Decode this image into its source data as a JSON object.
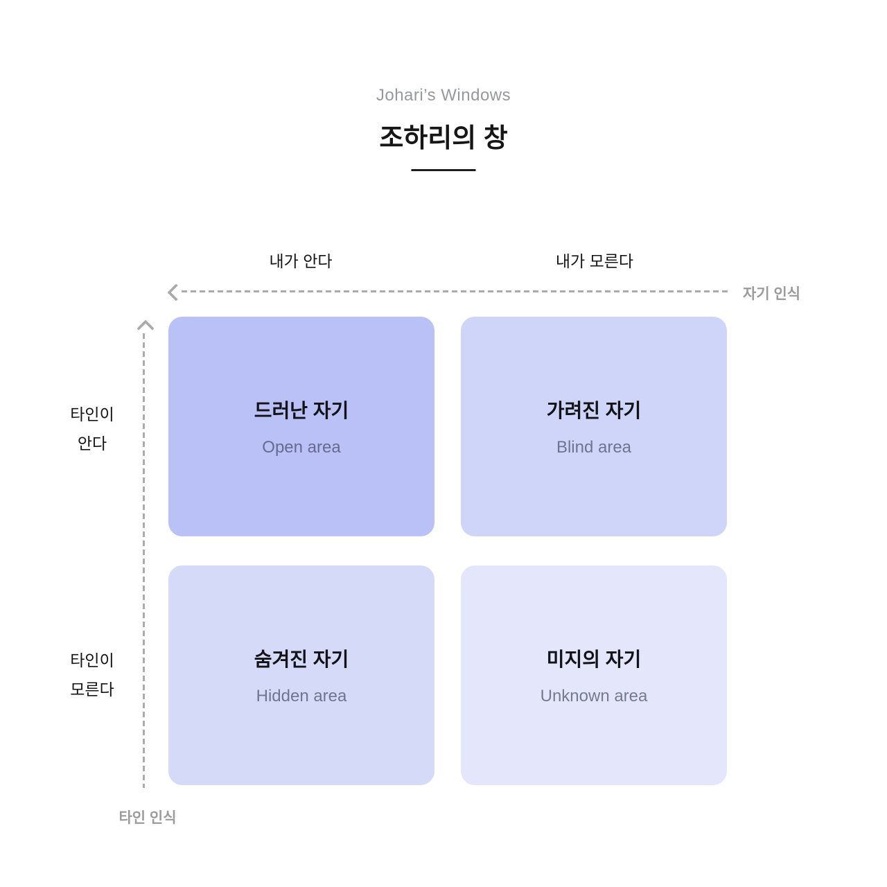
{
  "header": {
    "subtitle": "Johari’s Windows",
    "title": "조하리의 창"
  },
  "axes": {
    "x": {
      "left_label": "내가 안다",
      "right_label": "내가 모른다",
      "name": "자기 인식"
    },
    "y": {
      "top_label": [
        "타인이",
        "안다"
      ],
      "bottom_label": [
        "타인이",
        "모른다"
      ],
      "name": "타인 인식"
    }
  },
  "quadrants": [
    {
      "key": "open",
      "title": "드러난 자기",
      "subtitle": "Open area",
      "bg": "#b9c1f6"
    },
    {
      "key": "blind",
      "title": "가려진 자기",
      "subtitle": "Blind area",
      "bg": "#cfd5f9"
    },
    {
      "key": "hidden",
      "title": "숨겨진 자기",
      "subtitle": "Hidden area",
      "bg": "#d5daf9"
    },
    {
      "key": "unknown",
      "title": "미지의 자기",
      "subtitle": "Unknown area",
      "bg": "#e4e7fc"
    }
  ],
  "colors": {
    "axis": "#ababab",
    "axis_label": "#9b9b9b"
  }
}
